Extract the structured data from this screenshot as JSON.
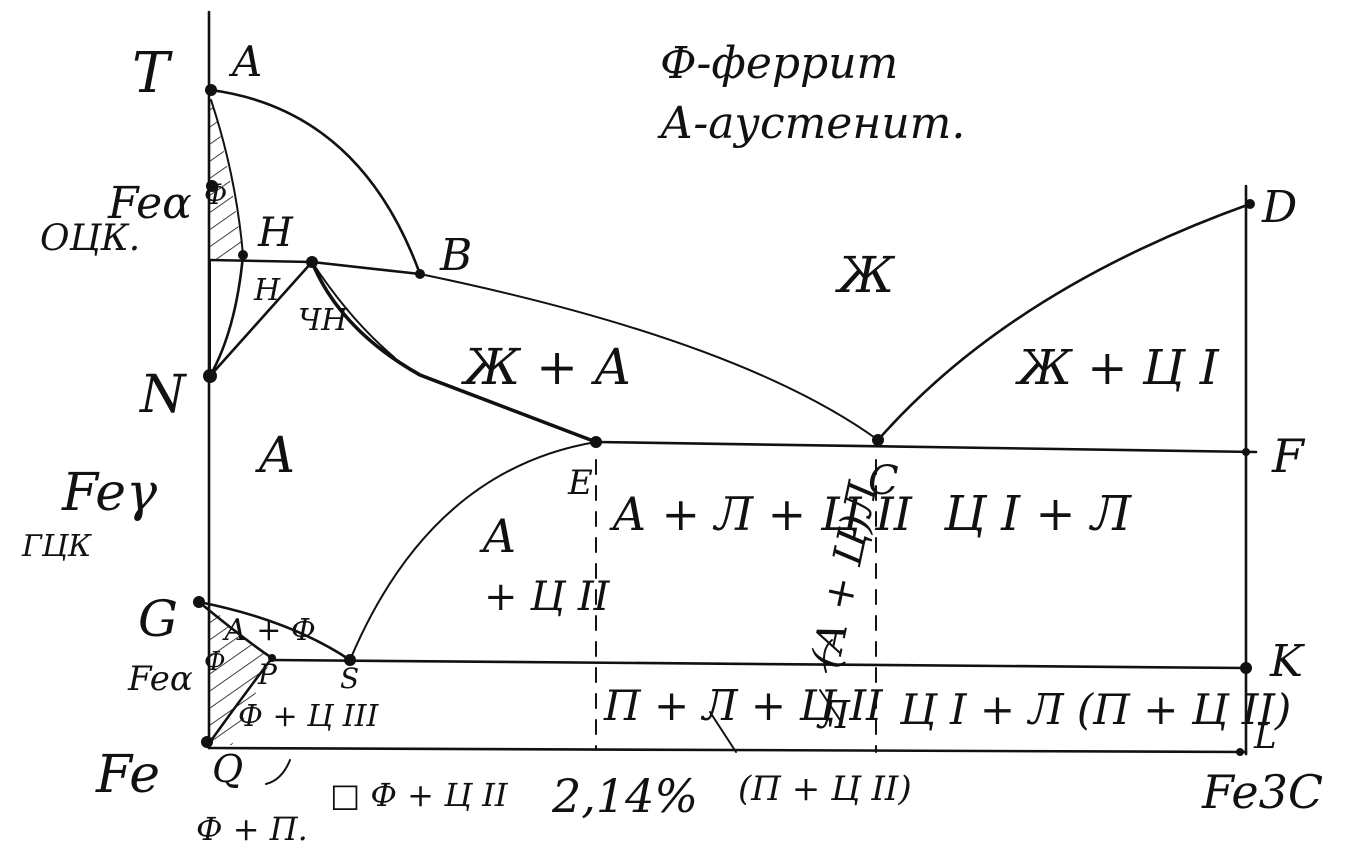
{
  "legend": {
    "ferrite": "Ф-феррит",
    "austenite": "А-аустенит."
  },
  "left_labels": {
    "temperature": "T",
    "fe_alpha_top": "Feα",
    "fe_alpha_top_sub": "ОЦК.",
    "fe_gamma": "Feγ",
    "fe_gamma_sub": "ГЦК",
    "fe_alpha_bottom": "Feα",
    "fe": "Fe"
  },
  "points": {
    "A": "A",
    "H": "H",
    "B": "B",
    "N": "N",
    "D": "D",
    "E": "E",
    "C": "C",
    "F": "F",
    "G": "G",
    "P": "P",
    "S": "S",
    "K": "K",
    "Q": "Q",
    "L": "L"
  },
  "regions": {
    "ferrite_top": "Ф",
    "liquid": "Ж",
    "liquid_austenite": "Ж + А",
    "liquid_cementite": "Ж + Ц I",
    "austenite": "А",
    "austenite_ferrite": "А + Ф",
    "ferrite_bottom": "Ф",
    "ferrite_cem": "Ф + Ц III",
    "austenite_cem2_a": "А",
    "austenite_cem2_b": "+ Ц II",
    "hypo_upper": "А + Л + Ц II",
    "eutectic_vertical": "(А + Ц)Л",
    "hyper_upper": "Ц I + Л",
    "hypo_lower": "П + Л + Ц II",
    "hyper_lower": "Ц I + Л (П + Ц II)",
    "lower_vertical": "Л",
    "sub_h": "Н",
    "sub_ch": "ЧН",
    "ledeburite_note": "(П + Ц II)"
  },
  "axis": {
    "percent": "2,14%",
    "fe3c": "Fe3C",
    "q_note": "Ф + П.",
    "s_note": "□ Ф + Ц II"
  }
}
